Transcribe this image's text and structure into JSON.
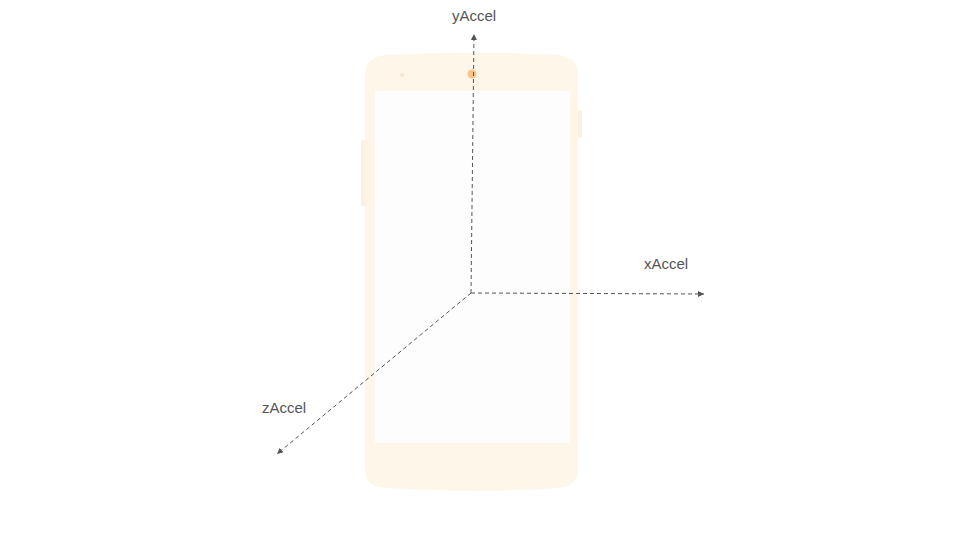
{
  "diagram": {
    "labels": [
      "yAccel",
      "xAccel",
      "zAccel"
    ]
  }
}
